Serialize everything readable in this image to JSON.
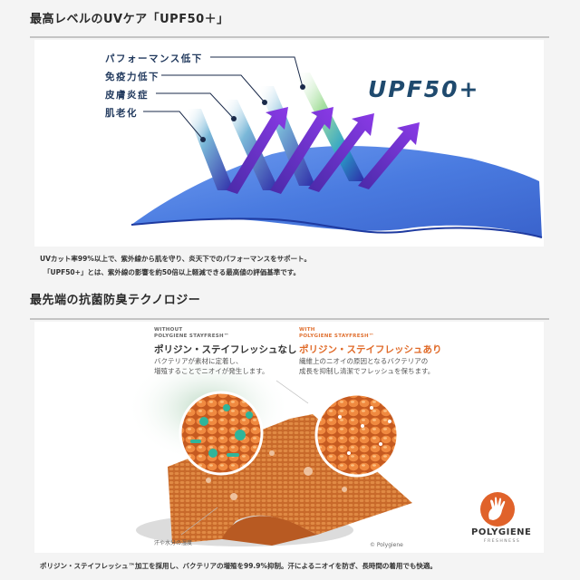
{
  "uv_section": {
    "title": "最高レベルのUVケア「UPF50＋」",
    "labels": [
      "パフォーマンス低下",
      "免疫力低下",
      "皮膚炎症",
      "肌老化"
    ],
    "logo_text": "UPF50+",
    "caption_lines": [
      "UVカット率99%以上で、紫外線から肌を守り、炎天下でのパフォーマンスをサポート。",
      "「UPF50+」とは、紫外線の影響を約50倍以上軽減できる最高値の評価基準です。"
    ],
    "colors": {
      "wave": "#4a7be0",
      "arrow": "#7b2fd6",
      "label": "#223a5e"
    }
  },
  "antibacterial_section": {
    "title": "最先端の抗菌防臭テクノロジー",
    "without": {
      "small_lines": [
        "WITHOUT",
        "POLYGIENE STAYFRESH™"
      ],
      "heading": "ポリジン・ステイフレッシュなし",
      "body_lines": [
        "バクテリアが素材に定着し、",
        "増殖することでニオイが発生します。"
      ]
    },
    "with": {
      "small_lines": [
        "WITH",
        "POLYGIENE STAYFRESH™"
      ],
      "heading": "ポリジン・ステイフレッシュあり",
      "body_lines": [
        "繊維上のニオイの原因となるバクテリアの",
        "成長を抑制し清潔でフレッシュを保ちます。"
      ]
    },
    "moisture_note": "汗や水分の湿度",
    "copyright": "© Polygiene",
    "brand": {
      "name": "POLYGIENE",
      "tagline": "FRESHNESS",
      "color": "#e0622a"
    },
    "caption": "ポリジン・ステイフレッシュ™加工を採用し、バクテリアの増殖を99.9%抑制。汗によるニオイを防ぎ、長時間の着用でも快適。"
  }
}
